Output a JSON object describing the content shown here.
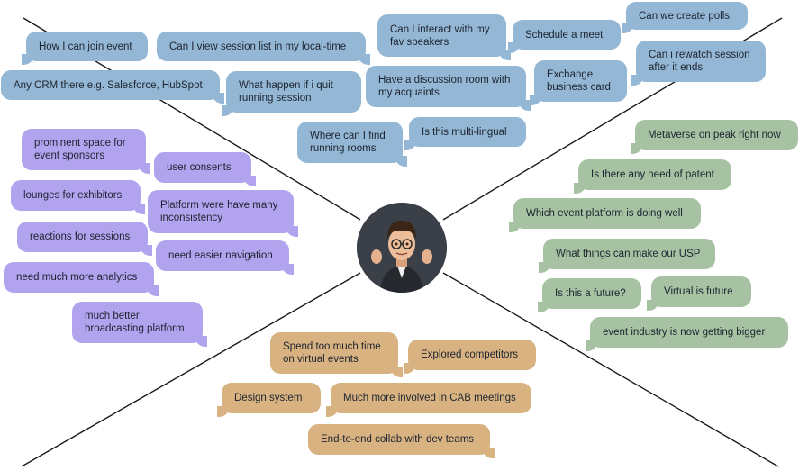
{
  "center": {
    "avatar": "memoji-shrug-avatar"
  },
  "colors": {
    "questions": "#93b7d4",
    "pain_points": "#b2a3ef",
    "thoughts": "#a6c2a2",
    "activities": "#d8b281"
  },
  "questions": [
    "How I can join event",
    "Can I view session list in my local-time",
    "Can I interact with my fav speakers",
    "Schedule a meet",
    "Can we create polls",
    "Any CRM there e.g. Salesforce, HubSpot",
    "What happen if i quit running session",
    "Have a discussion room with my acquaints",
    "Exchange business card",
    "Can i rewatch session after it ends",
    "Where can I find running rooms",
    "Is this multi-lingual"
  ],
  "pain_points": [
    "prominent space for event sponsors",
    "user consents",
    "lounges for exhibitors",
    "Platform were have many inconsistency",
    "reactions for sessions",
    "need easier navigation",
    "need much more analytics",
    "much better broadcasting platform"
  ],
  "thoughts": [
    "Metaverse on peak right now",
    "Is there any need of patent",
    "Which event platform is doing well",
    "What things can make our USP",
    "Is this a future?",
    "Virtual is future",
    "event industry is now getting bigger"
  ],
  "activities": [
    "Spend too much time on virtual events",
    "Explored competitors",
    "Design system",
    "Much more involved in CAB meetings",
    "End-to-end collab with dev teams"
  ]
}
